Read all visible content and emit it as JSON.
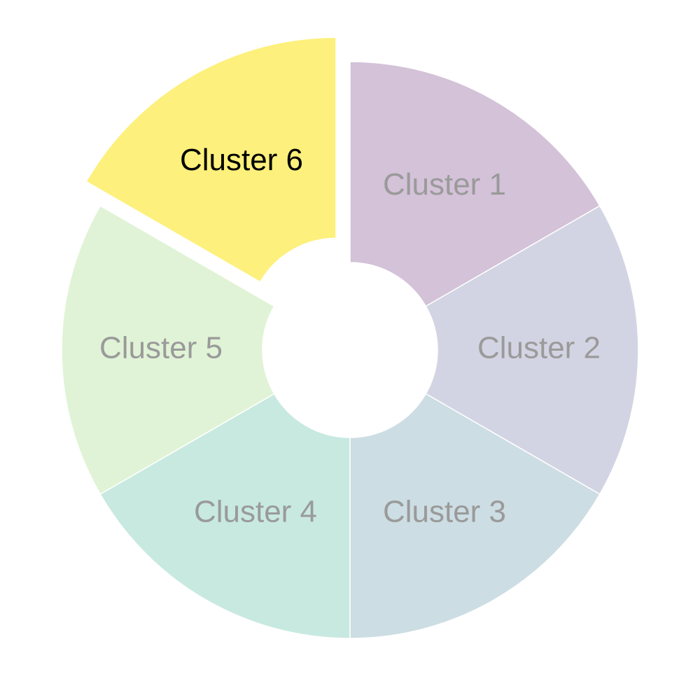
{
  "chart_data": {
    "type": "pie",
    "style": "donut",
    "categories": [
      "Cluster 1",
      "Cluster 2",
      "Cluster 3",
      "Cluster 4",
      "Cluster 5",
      "Cluster 6"
    ],
    "values": [
      1,
      1,
      1,
      1,
      1,
      1
    ],
    "colors": [
      "#d3c2d8",
      "#d3d4e3",
      "#ccdde3",
      "#c8e9e0",
      "#e0f3d6",
      "#fdf07c"
    ],
    "label_colors": [
      "#9a9a9a",
      "#9a9a9a",
      "#9a9a9a",
      "#9a9a9a",
      "#9a9a9a",
      "#000000"
    ],
    "highlighted": "Cluster 6",
    "exploded": [
      "Cluster 6"
    ],
    "start_angle_deg": 0,
    "direction": "clockwise"
  }
}
